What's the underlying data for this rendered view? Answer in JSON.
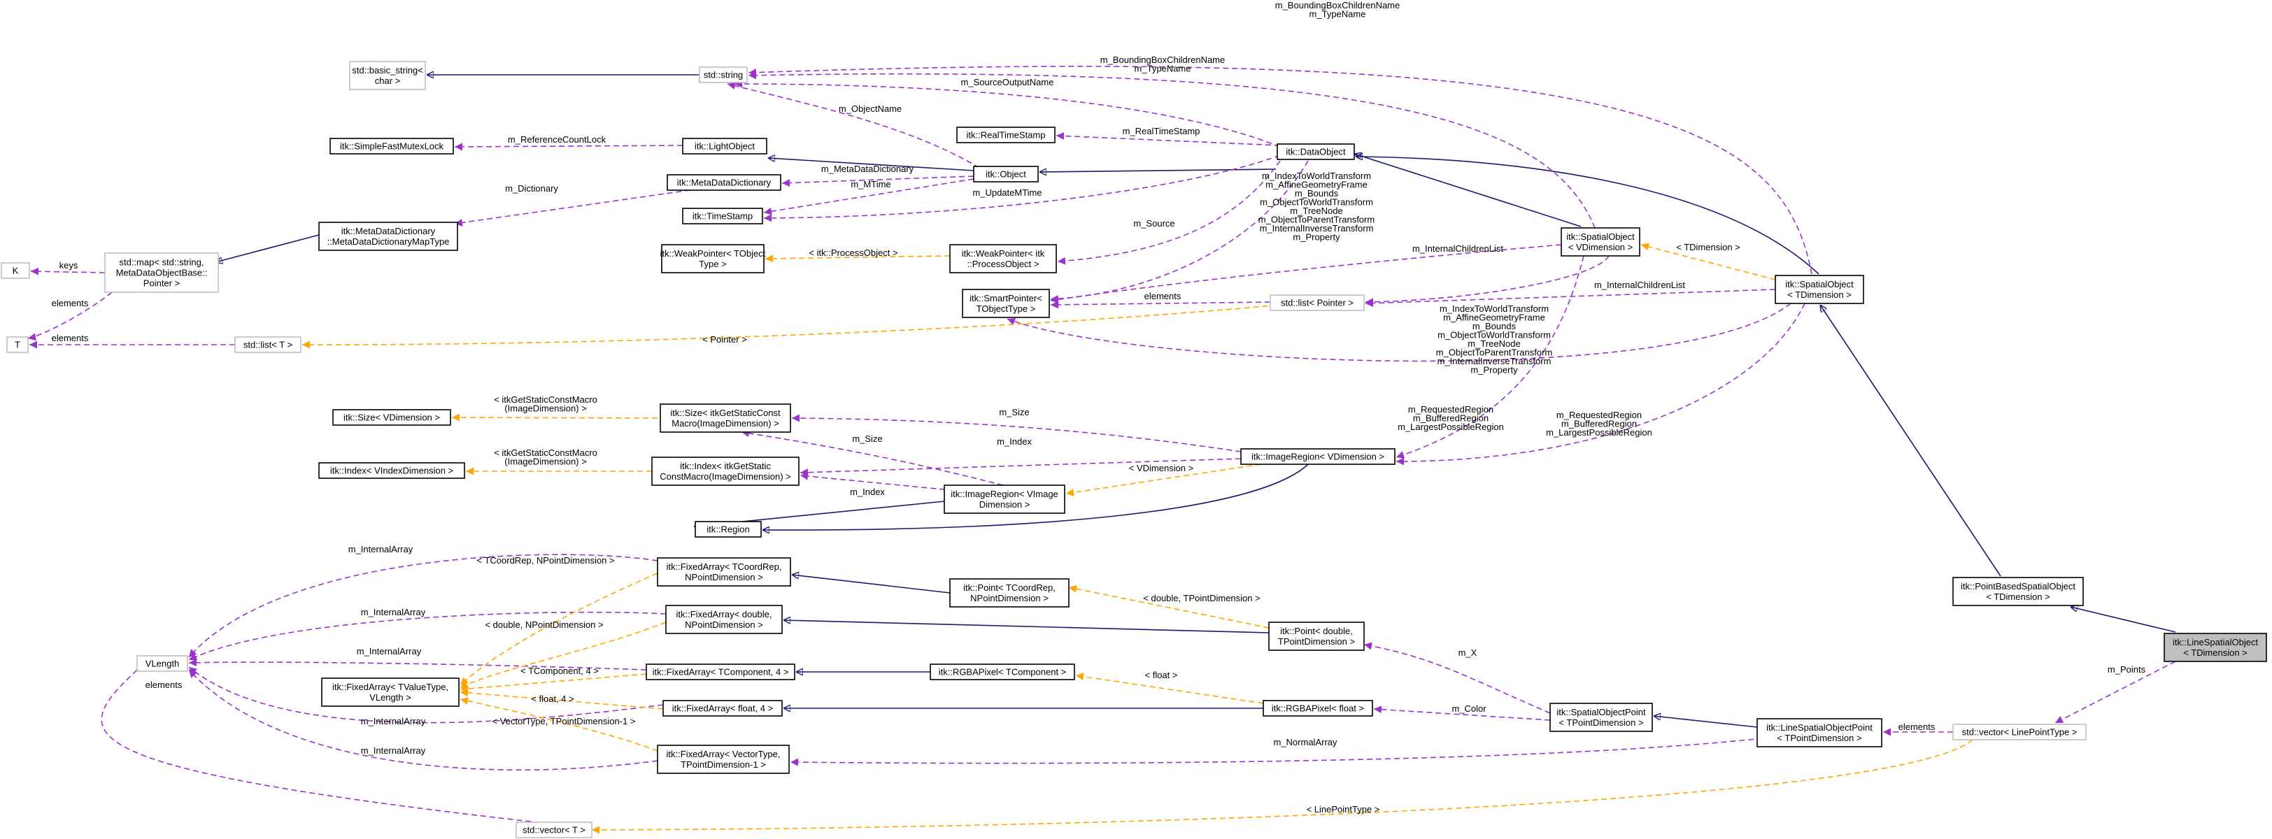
{
  "colors": {
    "inheritance": "#191970",
    "usage": "#9a32cd",
    "template": "#ffa500",
    "undocumented_border": "#bfbfbf",
    "highlight_fill": "#bfbfbf"
  },
  "nodes": {
    "std_basic_string": [
      "std::basic_string<",
      "char >"
    ],
    "std_string": [
      "std::string"
    ],
    "simple_fast_mutex_lock": [
      "itk::SimpleFastMutexLock"
    ],
    "light_object": [
      "itk::LightObject"
    ],
    "real_time_stamp": [
      "itk::RealTimeStamp"
    ],
    "data_object": [
      "itk::DataObject"
    ],
    "meta_data_dictionary": [
      "itk::MetaDataDictionary"
    ],
    "object": [
      "itk::Object"
    ],
    "time_stamp": [
      "itk::TimeStamp"
    ],
    "meta_dict_map_type": [
      "itk::MetaDataDictionary",
      "::MetaDataDictionaryMapType"
    ],
    "k": [
      "K"
    ],
    "std_map": [
      "std::map< std::string,",
      "MetaDataObjectBase::",
      "Pointer >"
    ],
    "weak_pointer_tobject": [
      "itk::WeakPointer< TObject",
      "Type >"
    ],
    "weak_pointer_process": [
      "itk::WeakPointer< itk",
      "::ProcessObject >"
    ],
    "smart_pointer": [
      "itk::SmartPointer<",
      "TObjectType >"
    ],
    "std_list_pointer": [
      "std::list< Pointer >"
    ],
    "spatial_object_v": [
      "itk::SpatialObject",
      "< VDimension >"
    ],
    "spatial_object_t": [
      "itk::SpatialObject",
      "< TDimension >"
    ],
    "t": [
      "T"
    ],
    "std_list_t": [
      "std::list< T >"
    ],
    "size_vdim": [
      "itk::Size< VDimension >"
    ],
    "size_static": [
      "itk::Size< itkGetStaticConst",
      "Macro(ImageDimension) >"
    ],
    "index_vindex": [
      "itk::Index< VIndexDimension >"
    ],
    "index_static": [
      "itk::Index< itkGetStatic",
      "ConstMacro(ImageDimension) >"
    ],
    "image_region_v": [
      "itk::ImageRegion< VDimension >"
    ],
    "image_region_vimage": [
      "itk::ImageRegion< VImage",
      "Dimension >"
    ],
    "region": [
      "itk::Region"
    ],
    "fixed_array_tcoord": [
      "itk::FixedArray< TCoordRep,",
      "NPointDimension >"
    ],
    "point_tcoord": [
      "itk::Point< TCoordRep,",
      "NPointDimension >"
    ],
    "fixed_array_double": [
      "itk::FixedArray< double,",
      "NPointDimension >"
    ],
    "point_double": [
      "itk::Point< double,",
      "TPointDimension >"
    ],
    "vlength": [
      "VLength"
    ],
    "fixed_array_tvalue": [
      "itk::FixedArray< TValueType,",
      "VLength >"
    ],
    "fixed_array_tcomponent": [
      "itk::FixedArray< TComponent, 4 >"
    ],
    "rgba_tcomponent": [
      "itk::RGBAPixel< TComponent >"
    ],
    "fixed_array_float": [
      "itk::FixedArray< float, 4 >"
    ],
    "rgba_float": [
      "itk::RGBAPixel< float >"
    ],
    "spatial_object_point": [
      "itk::SpatialObjectPoint",
      "< TPointDimension >"
    ],
    "point_based_spatial": [
      "itk::PointBasedSpatialObject",
      "< TDimension >"
    ],
    "line_spatial_object": [
      "itk::LineSpatialObject",
      "< TDimension >"
    ],
    "fixed_array_vector": [
      "itk::FixedArray< VectorType,",
      "TPointDimension-1 >"
    ],
    "line_spatial_object_point": [
      "itk::LineSpatialObjectPoint",
      "< TPointDimension >"
    ],
    "std_vector_line": [
      "std::vector< LinePointType >"
    ],
    "std_vector_t": [
      "std::vector< T >"
    ]
  },
  "edge_labels": {
    "bbox_typename_top": [
      "m_BoundingBoxChildrenName",
      "m_TypeName"
    ],
    "bbox_typename_mid": [
      "m_BoundingBoxChildrenName",
      "m_TypeName"
    ],
    "object_name": [
      "m_ObjectName"
    ],
    "source_output_name": [
      "m_SourceOutputName"
    ],
    "reference_count_lock": [
      "m_ReferenceCountLock"
    ],
    "real_time_stamp": [
      "m_RealTimeStamp"
    ],
    "dictionary": [
      "m_Dictionary"
    ],
    "meta_data_dictionary": [
      "m_MetaDataDictionary"
    ],
    "mtime": [
      "m_MTime"
    ],
    "update_mtime": [
      "m_UpdateMTime"
    ],
    "transforms_v": [
      "m_IndexToWorldTransform",
      "m_AffineGeometryFrame",
      "m_Bounds",
      "m_ObjectToWorldTransform",
      "m_TreeNode",
      "m_ObjectToParentTransform",
      "m_InternalInverseTransform",
      "m_Property"
    ],
    "keys": [
      "keys"
    ],
    "process_object": [
      "< itk::ProcessObject >"
    ],
    "source": [
      "m_Source"
    ],
    "internal_children_list_v": [
      "m_InternalChildrenList"
    ],
    "tdimension": [
      "< TDimension >"
    ],
    "elements_t": [
      "elements"
    ],
    "elements_sp": [
      "elements"
    ],
    "elements_list_t": [
      "elements"
    ],
    "internal_children_list_t": [
      "m_InternalChildrenList"
    ],
    "pointer": [
      "< Pointer >"
    ],
    "transforms_t": [
      "m_IndexToWorldTransform",
      "m_AffineGeometryFrame",
      "m_Bounds",
      "m_ObjectToWorldTransform",
      "m_TreeNode",
      "m_ObjectToParentTransform",
      "m_InternalInverseTransform",
      "m_Property"
    ],
    "size_macro": [
      "< itkGetStaticConstMacro",
      "(ImageDimension) >"
    ],
    "index_macro": [
      "< itkGetStaticConstMacro",
      "(ImageDimension) >"
    ],
    "m_size_v": [
      "m_Size"
    ],
    "m_size_img": [
      "m_Size"
    ],
    "m_index_v": [
      "m_Index"
    ],
    "m_index_img": [
      "m_Index"
    ],
    "regions_v": [
      "m_RequestedRegion",
      "m_BufferedRegion",
      "m_LargestPossibleRegion"
    ],
    "regions_t": [
      "m_RequestedRegion",
      "m_BufferedRegion",
      "m_LargestPossibleRegion"
    ],
    "vdimension": [
      "< VDimension >"
    ],
    "internal_array_1": [
      "m_InternalArray"
    ],
    "tcoordrep_npoint": [
      "< TCoordRep, NPointDimension >"
    ],
    "double_tpoint": [
      "< double, TPointDimension >"
    ],
    "internal_array_2": [
      "m_InternalArray"
    ],
    "double_npoint": [
      "< double, NPointDimension >"
    ],
    "internal_array_3": [
      "m_InternalArray"
    ],
    "tcomponent_4": [
      "< TComponent, 4 >"
    ],
    "float_4": [
      "< float, 4 >"
    ],
    "float": [
      "< float >"
    ],
    "internal_array_4": [
      "m_InternalArray"
    ],
    "vectortype": [
      "< VectorType, TPointDimension-1 >"
    ],
    "internal_array_5": [
      "m_InternalArray"
    ],
    "elements_vlength": [
      "elements"
    ],
    "m_x": [
      "m_X"
    ],
    "m_color": [
      "m_Color"
    ],
    "m_points": [
      "m_Points"
    ],
    "normal_array": [
      "m_NormalArray"
    ],
    "elements_line": [
      "elements"
    ],
    "line_point_type": [
      "< LinePointType >"
    ]
  }
}
